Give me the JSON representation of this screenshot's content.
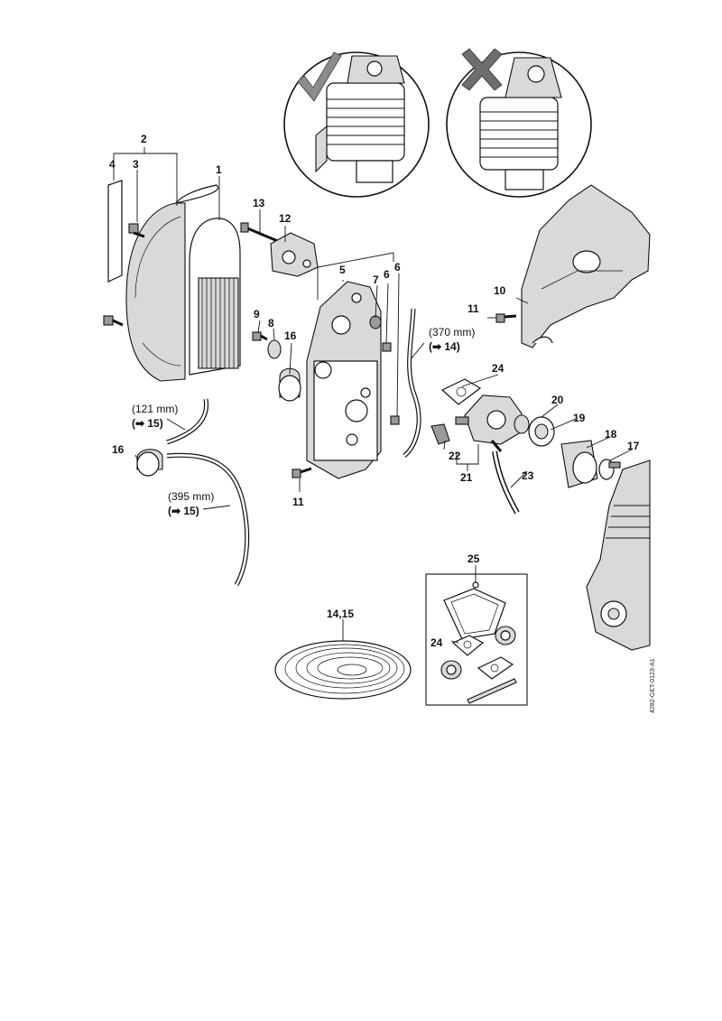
{
  "labels": {
    "l1": "1",
    "l2": "2",
    "l3": "3",
    "l4": "4",
    "l5": "5",
    "l6a": "6",
    "l6b": "6",
    "l7": "7",
    "l8": "8",
    "l9": "9",
    "l10": "10",
    "l11a": "11",
    "l11b": "11",
    "l12": "12",
    "l13": "13",
    "l14_15": "14,15",
    "l16a": "16",
    "l16b": "16",
    "l17": "17",
    "l18": "18",
    "l19": "19",
    "l20": "20",
    "l21": "21",
    "l22": "22",
    "l23": "23",
    "l24a": "24",
    "l24b": "24",
    "l25": "25"
  },
  "notes": {
    "hose_370": "(370 mm)",
    "ref_14": "(➡ 14)",
    "hose_121": "(121 mm)",
    "ref_15a": "(➡ 15)",
    "hose_395": "(395 mm)",
    "ref_15b": "(➡ 15)"
  },
  "drawing_code": "4282-GET-0123-A1",
  "icons": {
    "correct": "check-mark-icon",
    "incorrect": "cross-mark-icon"
  }
}
